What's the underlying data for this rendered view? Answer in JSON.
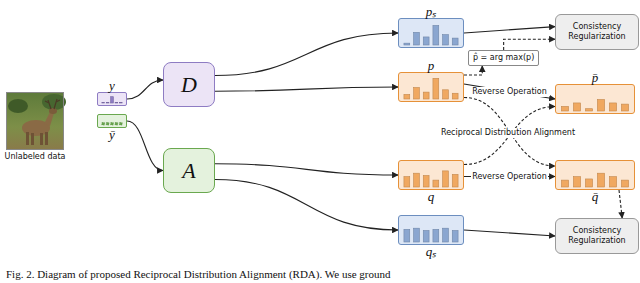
{
  "diagram": {
    "caption": "Fig. 2. Diagram of proposed Reciprocal Distribution Alignment (RDA). We use ground",
    "nodes": [
      {
        "text": [
          "Unlabeled data"
        ]
      },
      {
        "text": [
          "y"
        ]
      },
      {
        "text": [
          "ȳ"
        ]
      },
      {
        "text": [
          "D"
        ]
      },
      {
        "text": [
          "A"
        ]
      },
      {
        "text": [
          "pₛ"
        ]
      },
      {
        "text": [
          "p"
        ]
      },
      {
        "text": [
          "q"
        ]
      },
      {
        "text": [
          "qₛ"
        ]
      },
      {
        "text": [
          "p̂ = arg max(p)"
        ]
      },
      {
        "text": [
          "Consistency Regularization"
        ]
      },
      {
        "text": [
          "p̄"
        ]
      },
      {
        "text": [
          "q̄"
        ]
      },
      {
        "text": [
          "Consistency Regularization"
        ]
      }
    ],
    "edges": [
      {
        "from": 1,
        "to": 3,
        "arrow": "to"
      },
      {
        "from": 2,
        "to": 4,
        "arrow": "to"
      },
      {
        "from": 3,
        "to": 5,
        "arrow": "to"
      },
      {
        "from": 3,
        "to": 6,
        "arrow": "to"
      },
      {
        "from": 4,
        "to": 7,
        "arrow": "to"
      },
      {
        "from": 4,
        "to": 8,
        "arrow": "to"
      },
      {
        "from": 5,
        "to": 10,
        "arrow": "to"
      },
      {
        "from": 6,
        "to": 11,
        "label": "Reverse Operation",
        "arrow": "to"
      },
      {
        "from": 7,
        "to": 12,
        "label": "Reverse Operation",
        "arrow": "to"
      },
      {
        "from": 6,
        "to": 9,
        "arrow": "to"
      },
      {
        "from": 9,
        "to": 10,
        "arrow": "to"
      },
      {
        "from": 6,
        "to": 12,
        "arrow": "to"
      },
      {
        "from": 7,
        "to": 11,
        "arrow": "to"
      },
      {
        "from": 12,
        "to": 13,
        "arrow": "to"
      },
      {
        "from": 8,
        "to": 13,
        "arrow": "to"
      }
    ],
    "labels": [
      "Reciprocal Distribution Alignment"
    ]
  }
}
